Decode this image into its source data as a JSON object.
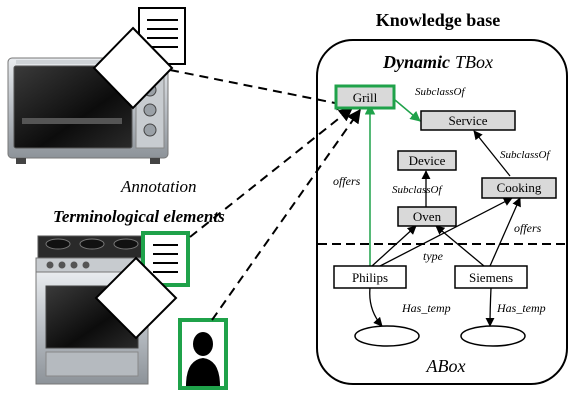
{
  "title": "Knowledge base",
  "tbox": {
    "title_bold_italic": "Dynamic",
    "title_italic": "TBox"
  },
  "abox": {
    "title": "ABox"
  },
  "left_labels": {
    "annotation": "Annotation",
    "terminological": "Terminological elements"
  },
  "concepts": {
    "grill": "Grill",
    "service": "Service",
    "device": "Device",
    "oven": "Oven",
    "cooking": "Cooking"
  },
  "individuals": {
    "philips": "Philips",
    "siemens": "Siemens"
  },
  "edge_labels": {
    "subclass_grill_service": "SubclassOf",
    "subclass_cooking_service": "SubclassOf",
    "subclass_oven_device": "SubclassOf",
    "offers_philips": "offers",
    "offers_siemens": "offers",
    "type": "type",
    "has_temp_philips": "Has_temp",
    "has_temp_siemens": "Has_temp"
  },
  "icons": [
    "oven-appliance-icon",
    "stove-appliance-icon",
    "document-icon",
    "person-silhouette-icon"
  ],
  "colors": {
    "highlight_green": "#1fa24a",
    "concept_fill": "#d9d9d9",
    "line": "#000000"
  }
}
